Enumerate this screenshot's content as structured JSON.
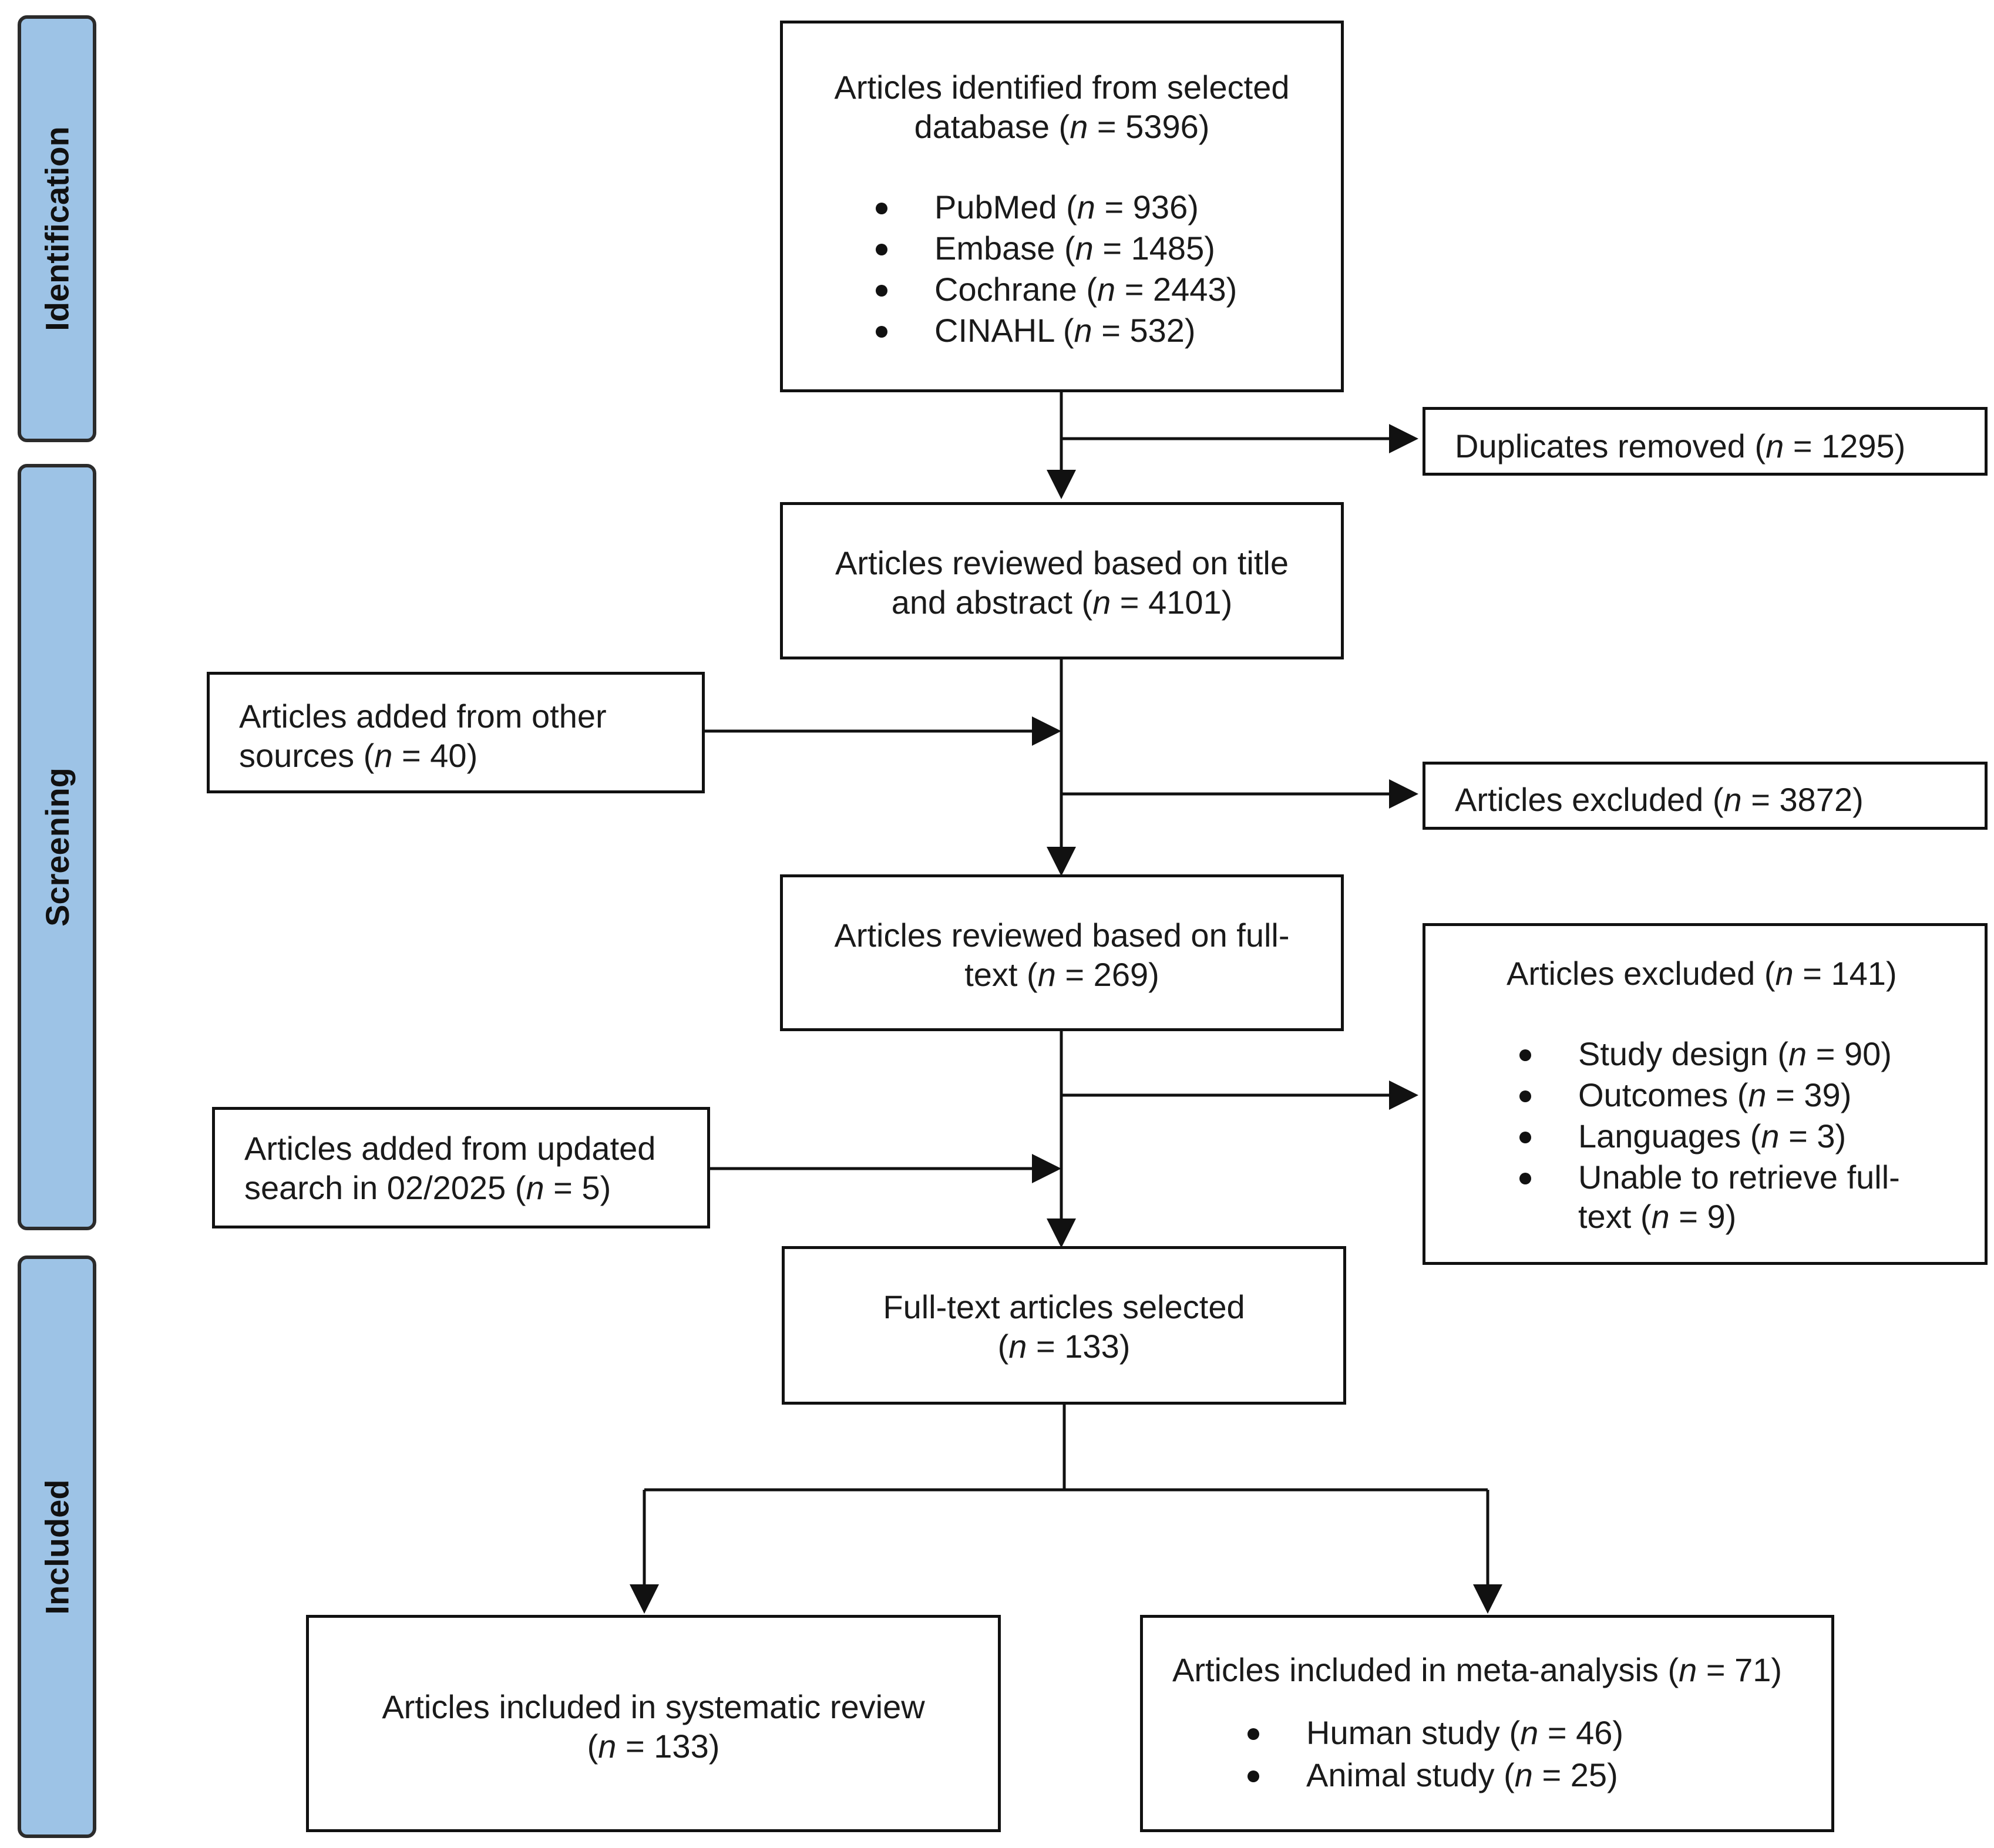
{
  "phases": {
    "identification": "Identification",
    "screening": "Screening",
    "included": "Included"
  },
  "identified": {
    "line1": "Articles identified from selected",
    "line2": "database (n = 5396)",
    "items": [
      "PubMed (n = 936)",
      "Embase (n = 1485)",
      "Cochrane (n = 2443)",
      "CINAHL (n = 532)"
    ]
  },
  "duplicates": "Duplicates removed (n = 1295)",
  "title_abstract": {
    "line1": "Articles reviewed based on title",
    "line2": "and abstract (n = 4101)"
  },
  "other_sources": {
    "line1": "Articles added from other",
    "line2": "sources (n = 40)"
  },
  "excluded_1": "Articles excluded (n = 3872)",
  "full_text_review": {
    "line1": "Articles reviewed based on full-",
    "line2": "text (n = 269)"
  },
  "excluded_2": {
    "title": "Articles excluded (n = 141)",
    "items": [
      "Study design (n = 90)",
      "Outcomes (n = 39)",
      "Languages (n = 3)"
    ],
    "item4_line1": "Unable to retrieve full-",
    "item4_line2": "text (n = 9)"
  },
  "updated_search": {
    "line1": "Articles added from updated",
    "line2": "search in 02/2025 (n = 5)"
  },
  "selected": {
    "line1": "Full-text articles selected",
    "line2": "(n = 133)"
  },
  "systematic_review": {
    "line1": "Articles included in systematic review",
    "line2": "(n = 133)"
  },
  "meta_analysis": {
    "title": "Articles included in meta-analysis (n = 71)",
    "items": [
      "Human study (n = 46)",
      "Animal study (n = 25)"
    ]
  }
}
